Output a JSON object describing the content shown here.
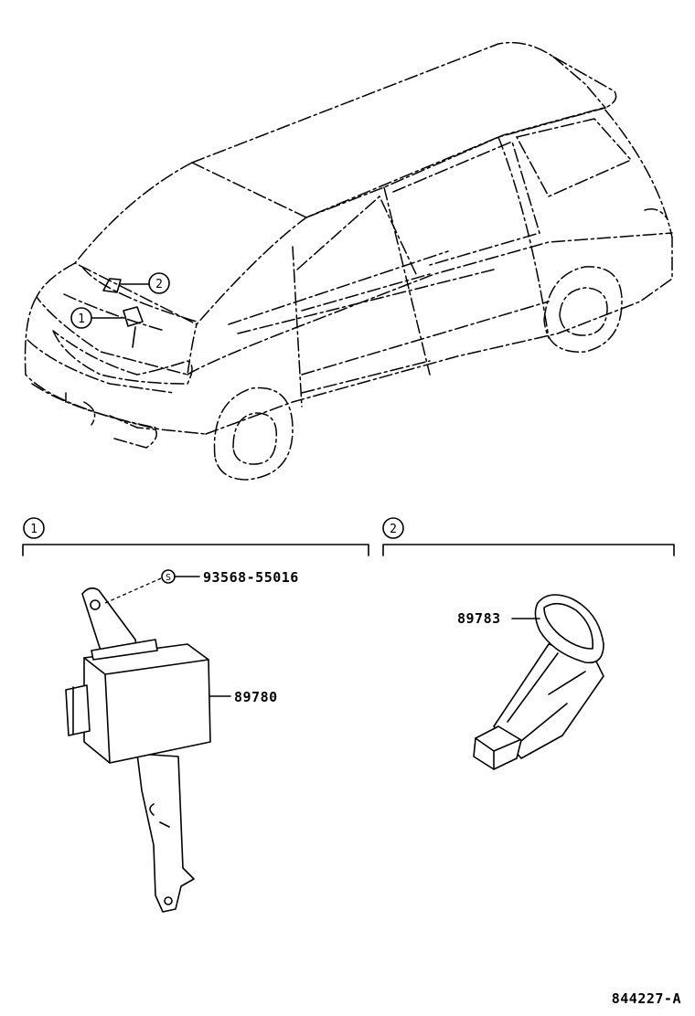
{
  "diagram": {
    "callouts": [
      {
        "id": "1",
        "label": "1"
      },
      {
        "id": "2",
        "label": "2"
      }
    ],
    "sections": [
      {
        "id": "section-1",
        "callout": "1"
      },
      {
        "id": "section-2",
        "callout": "2"
      }
    ],
    "parts": [
      {
        "id": "bolt",
        "number": "93568-55016",
        "symbol": "S"
      },
      {
        "id": "ecu",
        "number": "89780"
      },
      {
        "id": "sensor",
        "number": "89783"
      }
    ],
    "drawing_code": "844227-A"
  }
}
